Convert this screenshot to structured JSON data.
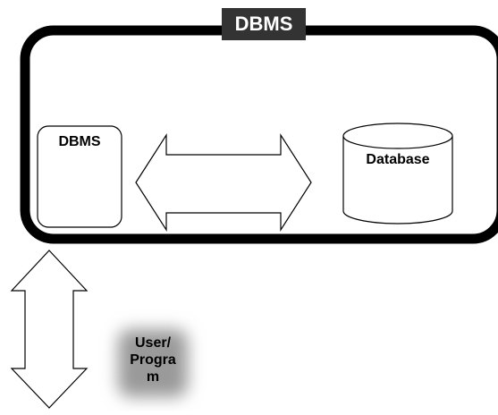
{
  "diagram": {
    "title": "DBMS",
    "components": {
      "dbms_box": {
        "label": "DBMS"
      },
      "database": {
        "label": "Database"
      },
      "user": {
        "label_lines": [
          "User/",
          "Progra",
          "m"
        ]
      }
    },
    "colors": {
      "title_bg": "#333333",
      "title_text": "#ffffff",
      "outline": "#000000",
      "glow": "#9a9a9a"
    }
  }
}
